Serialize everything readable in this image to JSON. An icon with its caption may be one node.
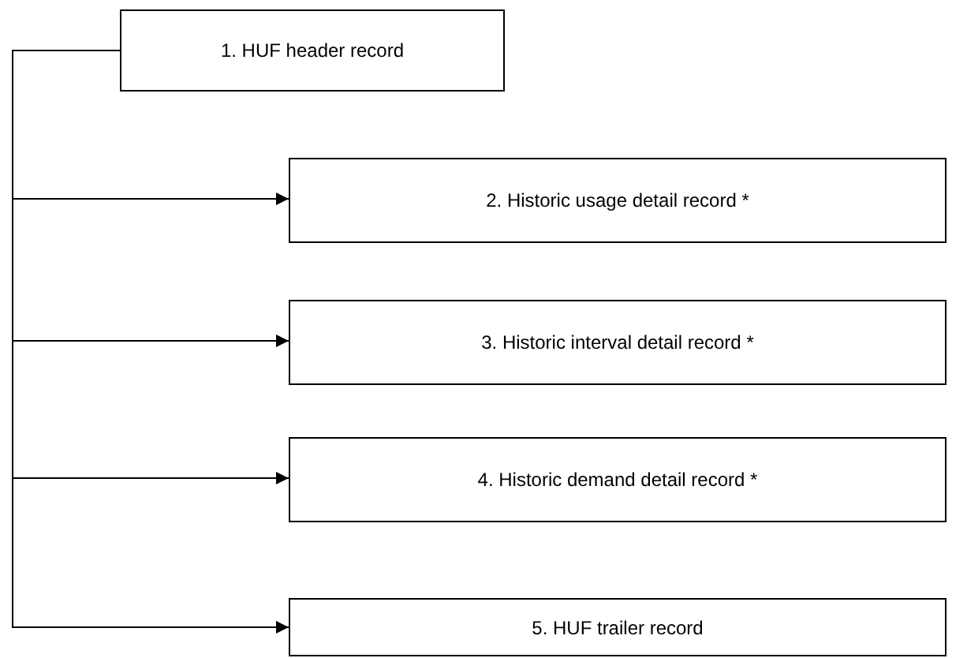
{
  "diagram": {
    "nodes": [
      {
        "text": [
          "1. HUF header record"
        ]
      },
      {
        "text": [
          "2. Historic usage detail record *"
        ]
      },
      {
        "text": [
          "3. Historic interval detail record *"
        ]
      },
      {
        "text": [
          "4. Historic demand detail record *"
        ]
      },
      {
        "text": [
          "5. HUF trailer record"
        ]
      }
    ],
    "edges": [
      {
        "from": 0,
        "to": 1,
        "arrow": "to"
      },
      {
        "from": 0,
        "to": 2,
        "arrow": "to"
      },
      {
        "from": 0,
        "to": 3,
        "arrow": "to"
      },
      {
        "from": 0,
        "to": 4,
        "arrow": "to"
      }
    ]
  }
}
